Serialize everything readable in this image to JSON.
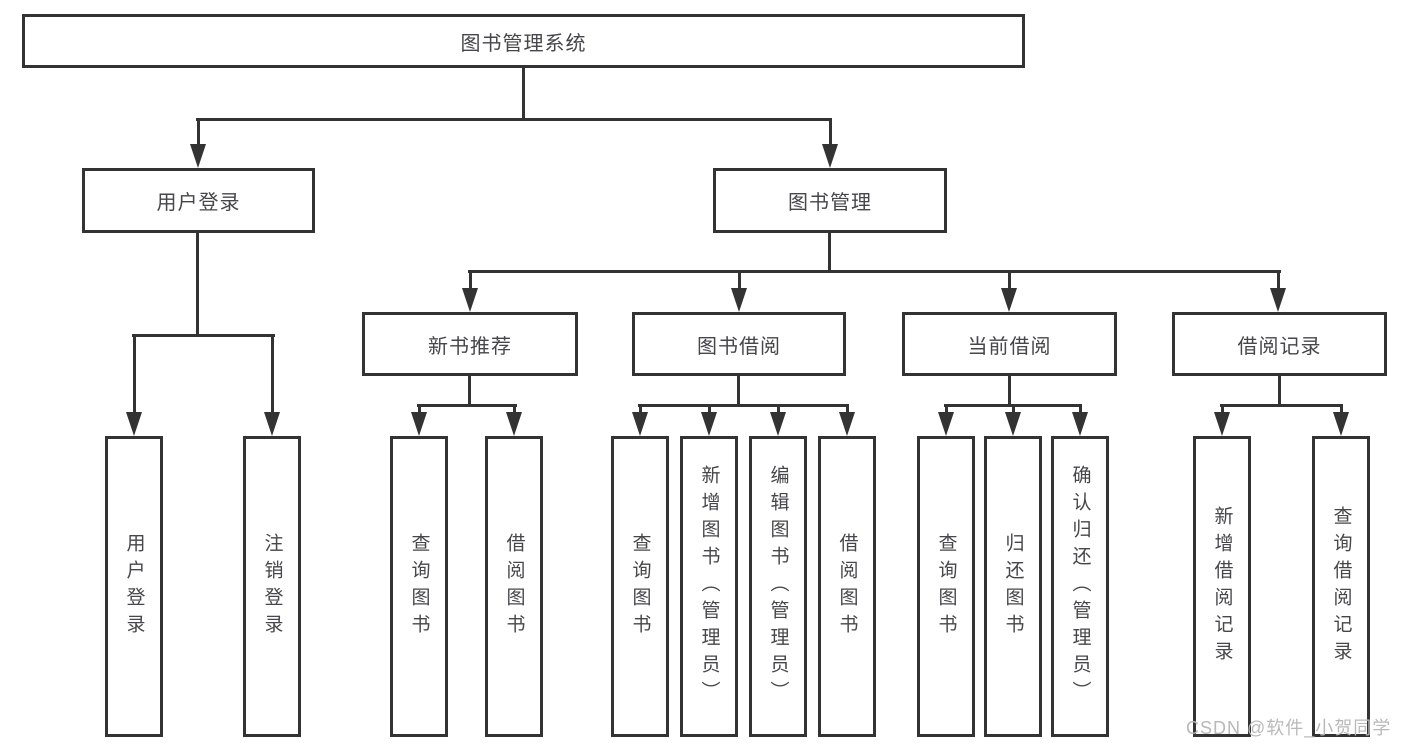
{
  "root": {
    "label": "图书管理系统"
  },
  "groups": {
    "user": {
      "label": "用户登录",
      "children": [
        {
          "label": "用户登录"
        },
        {
          "label": "注销登录"
        }
      ]
    },
    "book": {
      "label": "图书管理",
      "sections": [
        {
          "label": "新书推荐",
          "children": [
            {
              "label": "查询图书"
            },
            {
              "label": "借阅图书"
            }
          ]
        },
        {
          "label": "图书借阅",
          "children": [
            {
              "label": "查询图书"
            },
            {
              "label": "新增图书（管理员）"
            },
            {
              "label": "编辑图书（管理员）"
            },
            {
              "label": "借阅图书"
            }
          ]
        },
        {
          "label": "当前借阅",
          "children": [
            {
              "label": "查询图书"
            },
            {
              "label": "归还图书"
            },
            {
              "label": "确认归还（管理员）"
            }
          ]
        },
        {
          "label": "借阅记录",
          "children": [
            {
              "label": "新增借阅记录"
            },
            {
              "label": "查询借阅记录"
            }
          ]
        }
      ]
    }
  },
  "watermark": {
    "text": "CSDN @软件_小贺同学"
  },
  "colors": {
    "line": "#333333",
    "text": "#46464b",
    "watermark": "#b9b9b9",
    "background": "#ffffff"
  }
}
